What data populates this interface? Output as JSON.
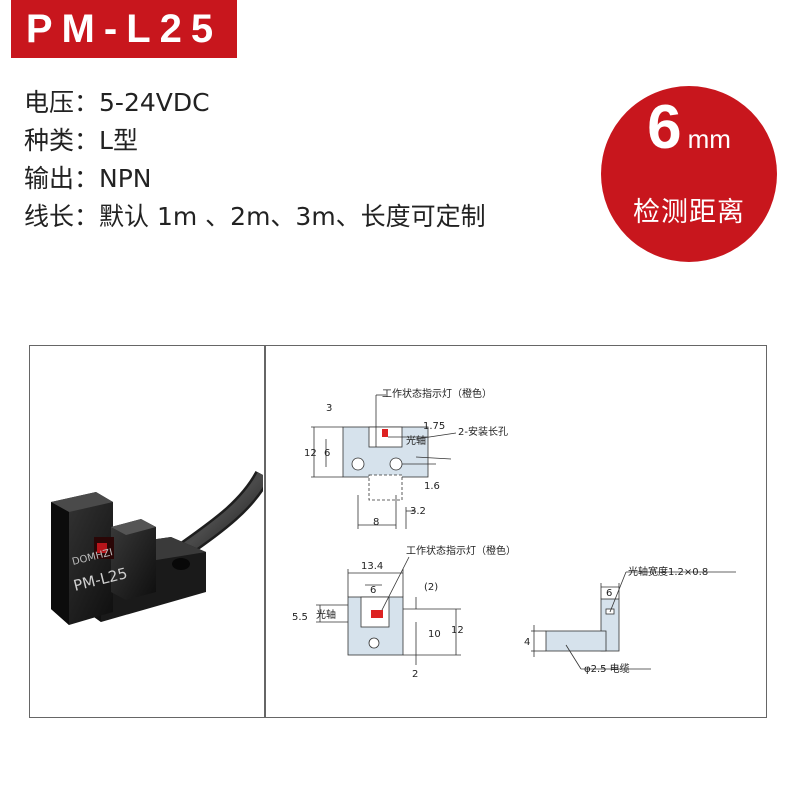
{
  "header": {
    "title": "PM-L25"
  },
  "specs": [
    {
      "label": "电压：",
      "value": "5-24VDC"
    },
    {
      "label": "种类：",
      "value": "L型"
    },
    {
      "label": "输出：",
      "value": "NPN"
    },
    {
      "label": "线长：",
      "value": "默认 1m 、2m、3m、长度可定制"
    }
  ],
  "badge": {
    "distance": "6",
    "unit": "mm",
    "label": "检测距离"
  },
  "product": {
    "brand": "DOMHZI",
    "model": "PM-L25"
  },
  "drawing": {
    "indicator_label": "工作状态指示灯（橙色）",
    "optical_axis": "光轴",
    "mount_holes": "2-安装长孔",
    "axis_width": "光轴宽度1.2×0.8",
    "cable": "φ2.5 电缆",
    "dims_top": {
      "d3": "3",
      "d12": "12",
      "d6": "6",
      "d175": "1.75",
      "d16": "1.6",
      "d8": "8",
      "d32": "3.2"
    },
    "dims_front": {
      "d134": "13.4",
      "d6": "6",
      "d2p": "(2)",
      "d55": "5.5",
      "d10": "10",
      "d12": "12",
      "d2": "2"
    },
    "dims_side": {
      "d6": "6",
      "d4": "4"
    }
  },
  "colors": {
    "accent": "#c8161d"
  }
}
